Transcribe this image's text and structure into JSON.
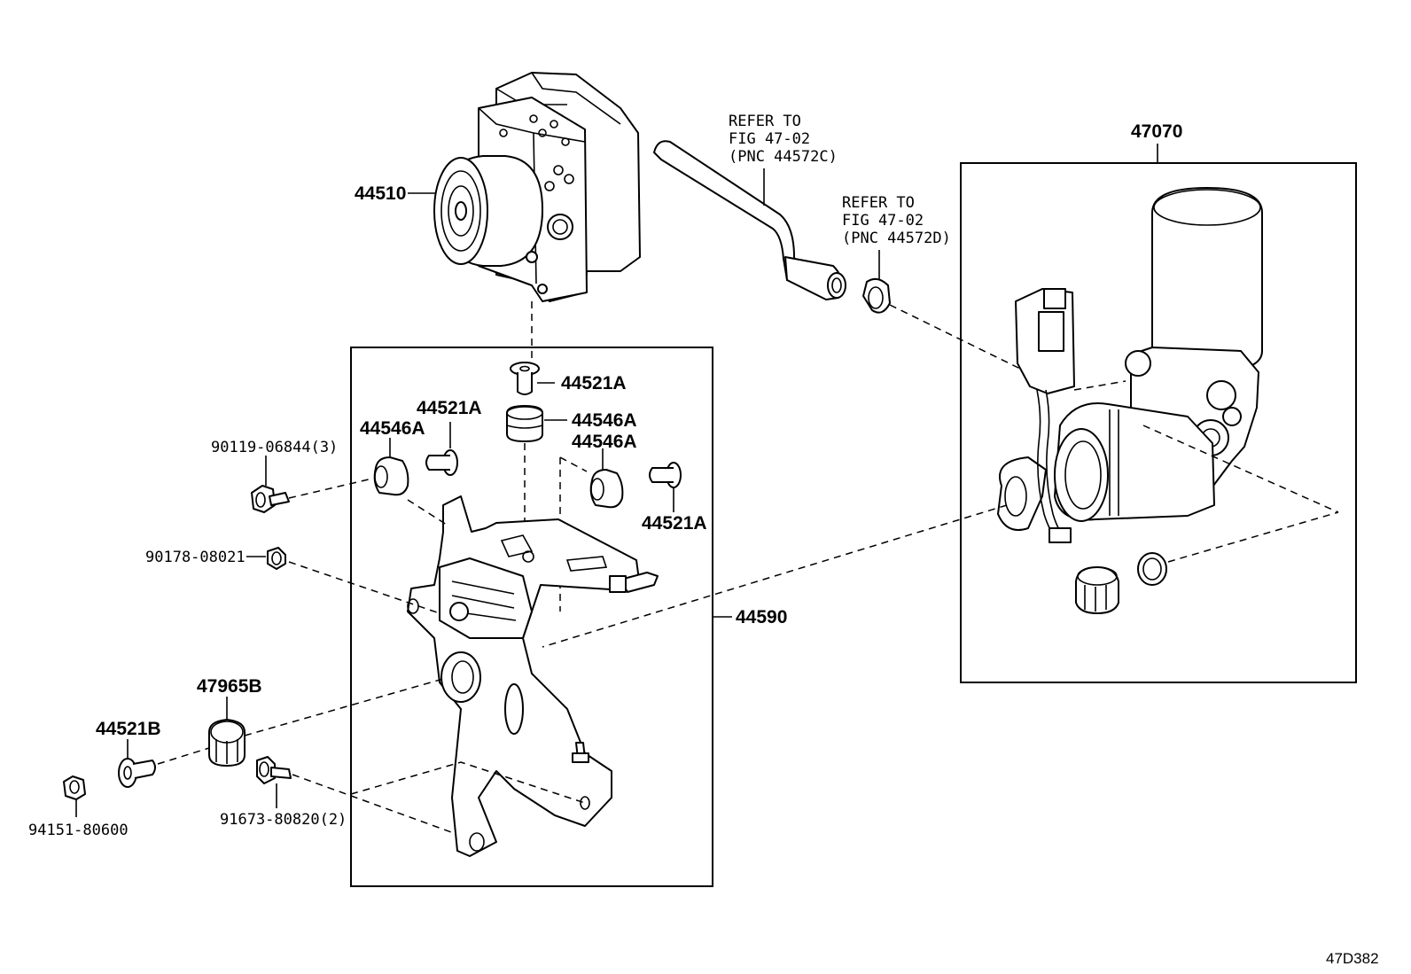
{
  "figure_code": "47D382",
  "labels": {
    "l44510": "44510",
    "l47070": "47070",
    "refer_c_1": "REFER TO",
    "refer_c_2": "FIG 47-02",
    "refer_c_3": "(PNC 44572C)",
    "refer_d_1": "REFER TO",
    "refer_d_2": "FIG 47-02",
    "refer_d_3": "(PNC 44572D)",
    "l44521A_top": "44521A",
    "l44546A_top": "44546A",
    "l44546A_right": "44546A",
    "l44521A_mid": "44521A",
    "l44546A_left": "44546A",
    "l44521A_right": "44521A",
    "l90119": "90119-06844(3)",
    "l90178": "90178-08021",
    "l44590": "44590",
    "l47965B": "47965B",
    "l44521B": "44521B",
    "l94151": "94151-80600",
    "l91673": "91673-80820(2)"
  }
}
